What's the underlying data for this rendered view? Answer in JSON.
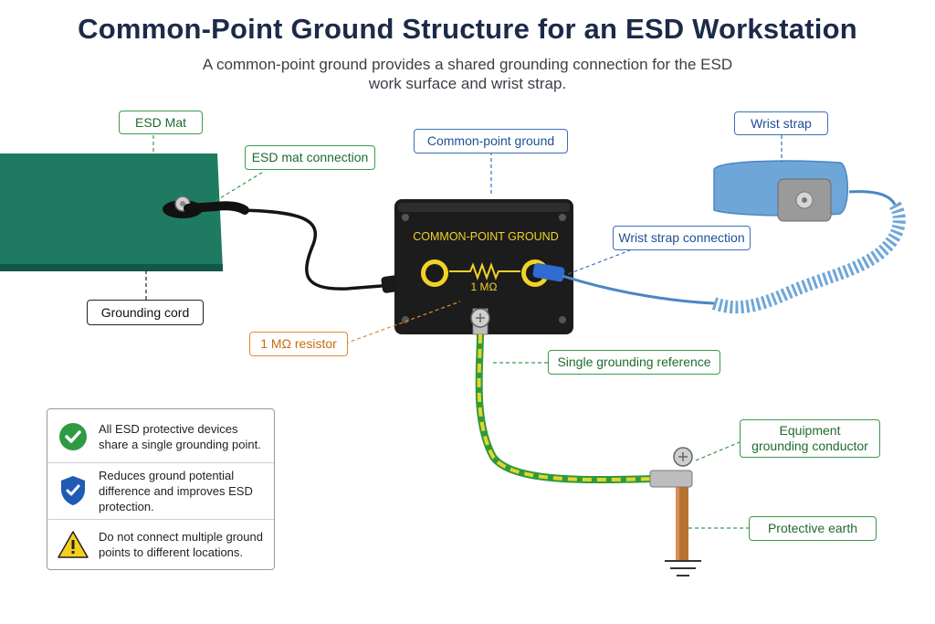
{
  "title": "Common-Point Ground Structure for an ESD Workstation",
  "subtitle": "A common-point ground provides a shared grounding connection for the ESD work surface and wrist strap.",
  "box": {
    "label": "COMMON-POINT GROUND",
    "resistor_value": "1 MΩ"
  },
  "labels": {
    "esd_mat": "ESD Mat",
    "mat_connection": "ESD mat connection",
    "common_point_ground": "Common-point ground",
    "wrist_strap": "Wrist strap",
    "wrist_strap_connection": "Wrist strap connection",
    "grounding_cord": "Grounding cord",
    "resistor": "1 MΩ resistor",
    "single_reference": "Single grounding reference",
    "equipment_conductor": "Equipment grounding conductor",
    "protective_earth": "Protective earth"
  },
  "info": [
    {
      "icon": "check-circle-icon",
      "text": "All ESD protective devices share a single grounding point."
    },
    {
      "icon": "shield-check-icon",
      "text": "Reduces ground potential difference and improves ESD protection."
    },
    {
      "icon": "warning-triangle-icon",
      "text": "Do not connect multiple ground points to different locations."
    }
  ],
  "colors": {
    "green": "#3a9a4a",
    "blue": "#3b6fb6",
    "orange": "#e0892e",
    "mat": "#1f7a62",
    "title": "#1c2a4a"
  }
}
